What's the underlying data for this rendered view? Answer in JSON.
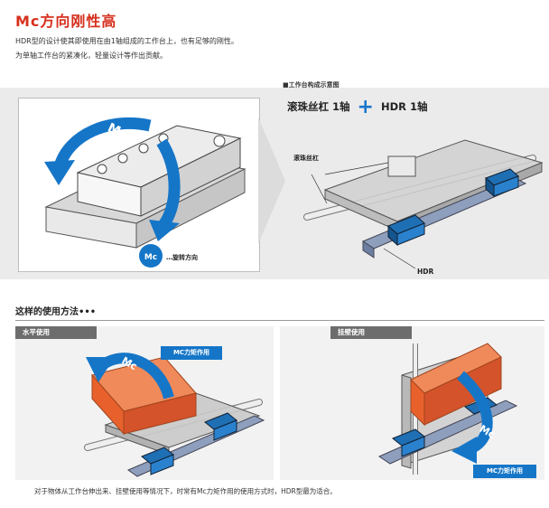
{
  "title": "Mc方向刚性高",
  "intro": [
    "HDR型的设计使其即使用在由1轴组成的工作台上，也有足够的刚性。",
    "为单轴工作台的紧凑化，轻量设计等作出贡献。"
  ],
  "left_figure": {
    "moment_label": "Mc",
    "legend_badge": "Mc",
    "legend_text": "…旋转方向"
  },
  "schematic": {
    "label": "■工作台构成示意图",
    "combo_left": "滚珠丝杠 1轴",
    "combo_right": "HDR 1轴",
    "ballscrew_label": "滚珠丝杠",
    "hdr_label": "HDR"
  },
  "usage": {
    "heading": "这样的使用方法•••",
    "horizontal": {
      "bar": "水平使用",
      "tag": "MC力矩作用",
      "badge": "Mc"
    },
    "wall": {
      "bar": "挂壁使用",
      "tag": "MC力矩作用",
      "badge": "Mc"
    }
  },
  "footnote": "对于物体从工作台伸出来、挂壁使用等情况下，时常有Mc力矩作用的使用方式时，HDR型最为适合。",
  "colors": {
    "accent_red": "#d6301d",
    "accent_blue": "#1576c8",
    "block_orange": "#e8612c"
  }
}
